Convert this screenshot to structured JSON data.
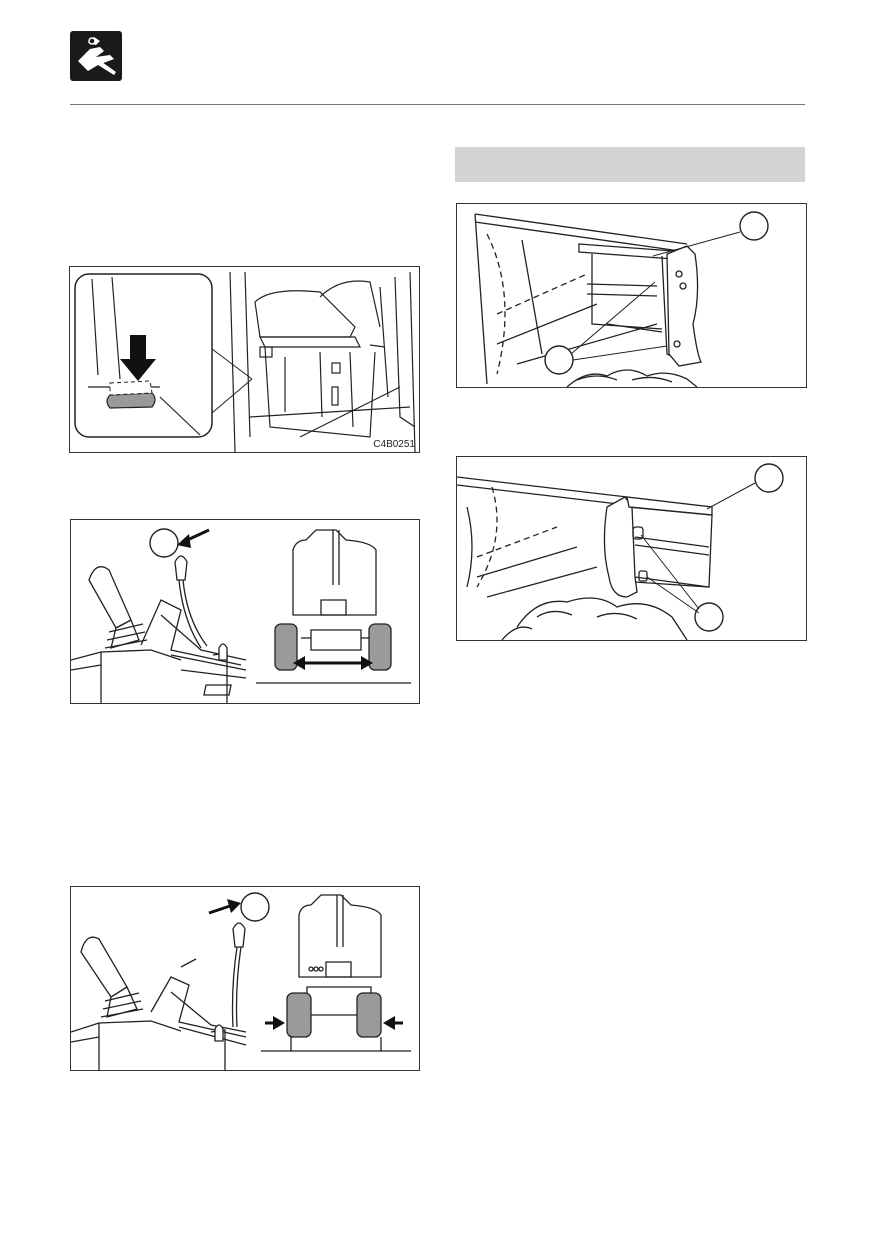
{
  "header": {
    "icon": "hand-wrench-icon"
  },
  "section": {
    "band_color": "#d4d4d4"
  },
  "figures": {
    "cab_pedal": {
      "code": "C4B0251"
    },
    "lever_extend": {
      "arrow": "outward"
    },
    "lever_retract": {
      "arrow": "inward"
    },
    "blade_upper": {},
    "blade_lower": {}
  },
  "colors": {
    "ink": "#1a1a1a",
    "tire_fill": "#9a9a9a",
    "band": "#d4d4d4"
  }
}
